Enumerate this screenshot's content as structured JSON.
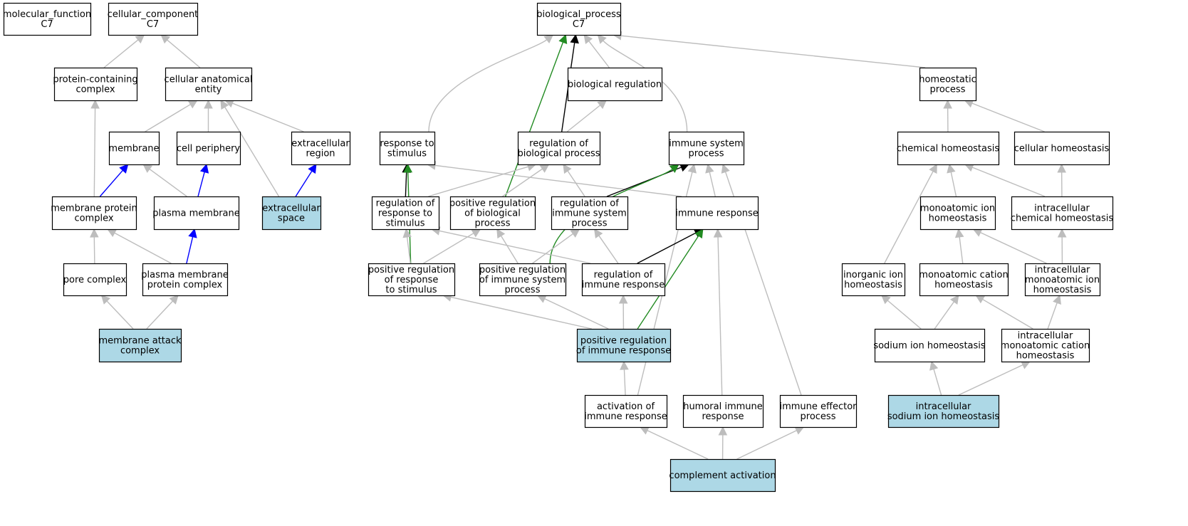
{
  "colors": {
    "default_edge": "#bdbdbd",
    "is_a_edge": "#000000",
    "part_of_edge": "#0000ff",
    "positive_regulation_edge": "#228b22",
    "highlight_fill": "#add8e6",
    "node_fill": "#ffffff",
    "node_border": "#000000"
  },
  "nodes": [
    {
      "id": "molecular_function",
      "lines": [
        "molecular_function",
        "C7"
      ],
      "highlight": false
    },
    {
      "id": "cellular_component",
      "lines": [
        "cellular_component",
        "C7"
      ],
      "highlight": false
    },
    {
      "id": "protein_containing_complex",
      "lines": [
        "protein-containing",
        "complex"
      ],
      "highlight": false
    },
    {
      "id": "cellular_anatomical_entity",
      "lines": [
        "cellular anatomical",
        "entity"
      ],
      "highlight": false
    },
    {
      "id": "membrane",
      "lines": [
        "membrane"
      ],
      "highlight": false
    },
    {
      "id": "cell_periphery",
      "lines": [
        "cell periphery"
      ],
      "highlight": false
    },
    {
      "id": "extracellular_region",
      "lines": [
        "extracellular",
        "region"
      ],
      "highlight": false
    },
    {
      "id": "membrane_protein_complex",
      "lines": [
        "membrane protein",
        "complex"
      ],
      "highlight": false
    },
    {
      "id": "plasma_membrane",
      "lines": [
        "plasma membrane"
      ],
      "highlight": false
    },
    {
      "id": "extracellular_space",
      "lines": [
        "extracellular",
        "space"
      ],
      "highlight": true
    },
    {
      "id": "pore_complex",
      "lines": [
        "pore complex"
      ],
      "highlight": false
    },
    {
      "id": "plasma_membrane_protein_complex",
      "lines": [
        "plasma membrane",
        "protein complex"
      ],
      "highlight": false
    },
    {
      "id": "membrane_attack_complex",
      "lines": [
        "membrane attack",
        "complex"
      ],
      "highlight": true
    },
    {
      "id": "biological_process",
      "lines": [
        "biological_process",
        "C7"
      ],
      "highlight": false
    },
    {
      "id": "biological_regulation",
      "lines": [
        "biological regulation"
      ],
      "highlight": false
    },
    {
      "id": "homeostatic_process",
      "lines": [
        "homeostatic",
        "process"
      ],
      "highlight": false
    },
    {
      "id": "response_to_stimulus",
      "lines": [
        "response to",
        "stimulus"
      ],
      "highlight": false
    },
    {
      "id": "regulation_of_biological_process",
      "lines": [
        "regulation of",
        "biological process"
      ],
      "highlight": false
    },
    {
      "id": "immune_system_process",
      "lines": [
        "immune system",
        "process"
      ],
      "highlight": false
    },
    {
      "id": "chemical_homeostasis",
      "lines": [
        "chemical homeostasis"
      ],
      "highlight": false
    },
    {
      "id": "cellular_homeostasis",
      "lines": [
        "cellular homeostasis"
      ],
      "highlight": false
    },
    {
      "id": "regulation_of_response_to_stimulus",
      "lines": [
        "regulation of",
        "response to",
        "stimulus"
      ],
      "highlight": false
    },
    {
      "id": "positive_regulation_of_biological_process",
      "lines": [
        "positive regulation",
        "of biological",
        "process"
      ],
      "highlight": false
    },
    {
      "id": "regulation_of_immune_system_process",
      "lines": [
        "regulation of",
        "immune system",
        "process"
      ],
      "highlight": false
    },
    {
      "id": "immune_response",
      "lines": [
        "immune response"
      ],
      "highlight": false
    },
    {
      "id": "monoatomic_ion_homeostasis",
      "lines": [
        "monoatomic ion",
        "homeostasis"
      ],
      "highlight": false
    },
    {
      "id": "intracellular_chemical_homeostasis",
      "lines": [
        "intracellular",
        "chemical homeostasis"
      ],
      "highlight": false
    },
    {
      "id": "positive_regulation_of_response_to_stimulus",
      "lines": [
        "positive regulation",
        "of response",
        "to stimulus"
      ],
      "highlight": false
    },
    {
      "id": "positive_regulation_of_immune_system_process",
      "lines": [
        "positive regulation",
        "of immune system",
        "process"
      ],
      "highlight": false
    },
    {
      "id": "regulation_of_immune_response",
      "lines": [
        "regulation of",
        "immune response"
      ],
      "highlight": false
    },
    {
      "id": "inorganic_ion_homeostasis",
      "lines": [
        "inorganic ion",
        "homeostasis"
      ],
      "highlight": false
    },
    {
      "id": "monoatomic_cation_homeostasis",
      "lines": [
        "monoatomic cation",
        "homeostasis"
      ],
      "highlight": false
    },
    {
      "id": "intracellular_monoatomic_ion_homeostasis",
      "lines": [
        "intracellular",
        "monoatomic ion",
        "homeostasis"
      ],
      "highlight": false
    },
    {
      "id": "positive_regulation_of_immune_response",
      "lines": [
        "positive regulation",
        "of immune response"
      ],
      "highlight": true
    },
    {
      "id": "sodium_ion_homeostasis",
      "lines": [
        "sodium ion homeostasis"
      ],
      "highlight": false
    },
    {
      "id": "intracellular_monoatomic_cation_homeostasis",
      "lines": [
        "intracellular",
        "monoatomic cation",
        "homeostasis"
      ],
      "highlight": false
    },
    {
      "id": "activation_of_immune_response",
      "lines": [
        "activation of",
        "immune response"
      ],
      "highlight": false
    },
    {
      "id": "humoral_immune_response",
      "lines": [
        "humoral immune",
        "response"
      ],
      "highlight": false
    },
    {
      "id": "immune_effector_process",
      "lines": [
        "immune effector",
        "process"
      ],
      "highlight": false
    },
    {
      "id": "intracellular_sodium_ion_homeostasis",
      "lines": [
        "intracellular",
        "sodium ion homeostasis"
      ],
      "highlight": true
    },
    {
      "id": "complement_activation",
      "lines": [
        "complement activation"
      ],
      "highlight": true
    }
  ],
  "edges": [
    {
      "from": "protein_containing_complex",
      "to": "cellular_component",
      "type": "default"
    },
    {
      "from": "cellular_anatomical_entity",
      "to": "cellular_component",
      "type": "default"
    },
    {
      "from": "membrane",
      "to": "cellular_anatomical_entity",
      "type": "default"
    },
    {
      "from": "cell_periphery",
      "to": "cellular_anatomical_entity",
      "type": "default"
    },
    {
      "from": "extracellular_region",
      "to": "cellular_anatomical_entity",
      "type": "default"
    },
    {
      "from": "extracellular_space",
      "to": "cellular_anatomical_entity",
      "type": "default"
    },
    {
      "from": "membrane_protein_complex",
      "to": "protein_containing_complex",
      "type": "default"
    },
    {
      "from": "membrane_protein_complex",
      "to": "membrane",
      "type": "part_of"
    },
    {
      "from": "plasma_membrane",
      "to": "membrane",
      "type": "default"
    },
    {
      "from": "plasma_membrane",
      "to": "cell_periphery",
      "type": "part_of"
    },
    {
      "from": "extracellular_space",
      "to": "extracellular_region",
      "type": "part_of"
    },
    {
      "from": "pore_complex",
      "to": "membrane_protein_complex",
      "type": "default"
    },
    {
      "from": "plasma_membrane_protein_complex",
      "to": "membrane_protein_complex",
      "type": "default"
    },
    {
      "from": "plasma_membrane_protein_complex",
      "to": "plasma_membrane",
      "type": "part_of"
    },
    {
      "from": "membrane_attack_complex",
      "to": "pore_complex",
      "type": "default"
    },
    {
      "from": "membrane_attack_complex",
      "to": "plasma_membrane_protein_complex",
      "type": "default"
    },
    {
      "from": "response_to_stimulus",
      "to": "biological_process",
      "type": "default"
    },
    {
      "from": "positive_regulation_of_biological_process",
      "to": "biological_process",
      "type": "positive_regulation"
    },
    {
      "from": "regulation_of_biological_process",
      "to": "biological_process",
      "type": "is_a"
    },
    {
      "from": "biological_regulation",
      "to": "biological_process",
      "type": "default"
    },
    {
      "from": "immune_system_process",
      "to": "biological_process",
      "type": "default"
    },
    {
      "from": "homeostatic_process",
      "to": "biological_process",
      "type": "default"
    },
    {
      "from": "regulation_of_biological_process",
      "to": "biological_regulation",
      "type": "default"
    },
    {
      "from": "regulation_of_response_to_stimulus",
      "to": "response_to_stimulus",
      "type": "is_a"
    },
    {
      "from": "positive_regulation_of_response_to_stimulus",
      "to": "response_to_stimulus",
      "type": "positive_regulation"
    },
    {
      "from": "immune_response",
      "to": "response_to_stimulus",
      "type": "default"
    },
    {
      "from": "regulation_of_response_to_stimulus",
      "to": "regulation_of_biological_process",
      "type": "default"
    },
    {
      "from": "positive_regulation_of_biological_process",
      "to": "regulation_of_biological_process",
      "type": "default"
    },
    {
      "from": "regulation_of_immune_system_process",
      "to": "regulation_of_biological_process",
      "type": "default"
    },
    {
      "from": "regulation_of_immune_system_process",
      "to": "immune_system_process",
      "type": "is_a"
    },
    {
      "from": "positive_regulation_of_immune_system_process",
      "to": "immune_system_process",
      "type": "positive_regulation"
    },
    {
      "from": "immune_response",
      "to": "immune_system_process",
      "type": "default"
    },
    {
      "from": "activation_of_immune_response",
      "to": "immune_system_process",
      "type": "default"
    },
    {
      "from": "immune_effector_process",
      "to": "immune_system_process",
      "type": "default"
    },
    {
      "from": "chemical_homeostasis",
      "to": "homeostatic_process",
      "type": "default"
    },
    {
      "from": "cellular_homeostasis",
      "to": "homeostatic_process",
      "type": "default"
    },
    {
      "from": "monoatomic_ion_homeostasis",
      "to": "chemical_homeostasis",
      "type": "default"
    },
    {
      "from": "intracellular_chemical_homeostasis",
      "to": "chemical_homeostasis",
      "type": "default"
    },
    {
      "from": "inorganic_ion_homeostasis",
      "to": "chemical_homeostasis",
      "type": "default"
    },
    {
      "from": "intracellular_chemical_homeostasis",
      "to": "cellular_homeostasis",
      "type": "default"
    },
    {
      "from": "positive_regulation_of_response_to_stimulus",
      "to": "regulation_of_response_to_stimulus",
      "type": "default"
    },
    {
      "from": "regulation_of_immune_response",
      "to": "regulation_of_response_to_stimulus",
      "type": "default"
    },
    {
      "from": "positive_regulation_of_response_to_stimulus",
      "to": "positive_regulation_of_biological_process",
      "type": "default"
    },
    {
      "from": "positive_regulation_of_immune_system_process",
      "to": "positive_regulation_of_biological_process",
      "type": "default"
    },
    {
      "from": "positive_regulation_of_immune_system_process",
      "to": "regulation_of_immune_system_process",
      "type": "default"
    },
    {
      "from": "regulation_of_immune_response",
      "to": "regulation_of_immune_system_process",
      "type": "default"
    },
    {
      "from": "regulation_of_immune_response",
      "to": "immune_response",
      "type": "is_a"
    },
    {
      "from": "positive_regulation_of_immune_response",
      "to": "immune_response",
      "type": "positive_regulation"
    },
    {
      "from": "humoral_immune_response",
      "to": "immune_response",
      "type": "default"
    },
    {
      "from": "monoatomic_cation_homeostasis",
      "to": "monoatomic_ion_homeostasis",
      "type": "default"
    },
    {
      "from": "intracellular_monoatomic_ion_homeostasis",
      "to": "monoatomic_ion_homeostasis",
      "type": "default"
    },
    {
      "from": "intracellular_monoatomic_ion_homeostasis",
      "to": "intracellular_chemical_homeostasis",
      "type": "default"
    },
    {
      "from": "positive_regulation_of_immune_response",
      "to": "positive_regulation_of_response_to_stimulus",
      "type": "default"
    },
    {
      "from": "positive_regulation_of_immune_response",
      "to": "positive_regulation_of_immune_system_process",
      "type": "default"
    },
    {
      "from": "positive_regulation_of_immune_response",
      "to": "regulation_of_immune_response",
      "type": "default"
    },
    {
      "from": "sodium_ion_homeostasis",
      "to": "inorganic_ion_homeostasis",
      "type": "default"
    },
    {
      "from": "sodium_ion_homeostasis",
      "to": "monoatomic_cation_homeostasis",
      "type": "default"
    },
    {
      "from": "intracellular_monoatomic_cation_homeostasis",
      "to": "monoatomic_cation_homeostasis",
      "type": "default"
    },
    {
      "from": "intracellular_monoatomic_cation_homeostasis",
      "to": "intracellular_monoatomic_ion_homeostasis",
      "type": "default"
    },
    {
      "from": "activation_of_immune_response",
      "to": "positive_regulation_of_immune_response",
      "type": "default"
    },
    {
      "from": "intracellular_sodium_ion_homeostasis",
      "to": "sodium_ion_homeostasis",
      "type": "default"
    },
    {
      "from": "intracellular_sodium_ion_homeostasis",
      "to": "intracellular_monoatomic_cation_homeostasis",
      "type": "default"
    },
    {
      "from": "complement_activation",
      "to": "activation_of_immune_response",
      "type": "default"
    },
    {
      "from": "complement_activation",
      "to": "humoral_immune_response",
      "type": "default"
    },
    {
      "from": "complement_activation",
      "to": "immune_effector_process",
      "type": "default"
    }
  ]
}
